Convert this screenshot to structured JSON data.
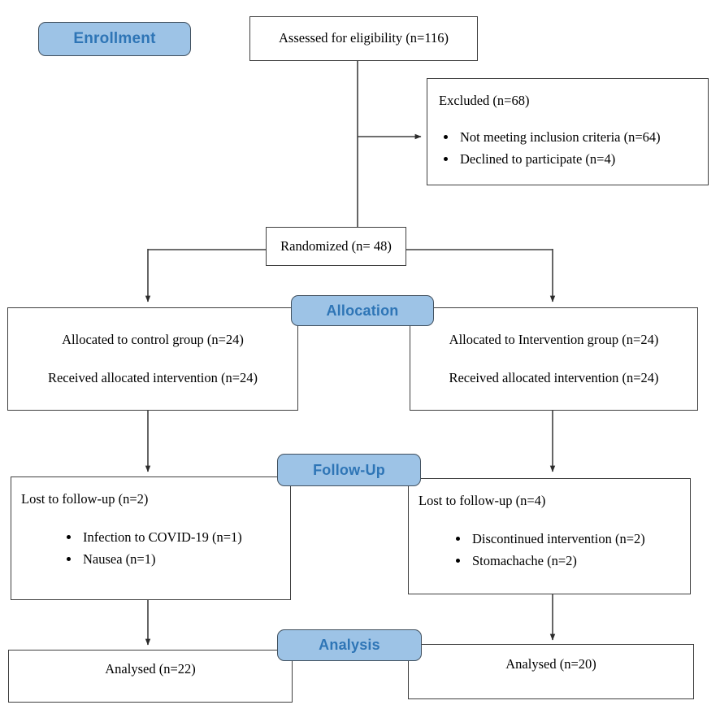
{
  "diagram": {
    "title": "CONSORT participant flow diagram",
    "type": "flowchart",
    "colors": {
      "badge_fill": "#9DC3E6",
      "badge_text": "#2E75B6",
      "badge_border": "#41505E",
      "box_border": "#3F3F3F",
      "line": "#3F3F3F",
      "background": "#FFFFFF"
    }
  },
  "stages": {
    "enrollment": "Enrollment",
    "allocation": "Allocation",
    "followup": "Follow-Up",
    "analysis": "Analysis"
  },
  "nodes": {
    "assessed": {
      "label": "Assessed for eligibility (n=116)",
      "n": 116
    },
    "excluded": {
      "heading": "Excluded (n=68)",
      "n": 68,
      "reasons": [
        "Not meeting inclusion criteria (n=64)",
        "Declined to participate (n=4)"
      ],
      "reason_counts": [
        64,
        4
      ]
    },
    "randomized": {
      "label": "Randomized (n= 48)",
      "n": 48
    },
    "allocated_control": {
      "line1": "Allocated to control group (n=24)",
      "line2": "Received allocated intervention (n=24)",
      "n": 24
    },
    "allocated_intervention": {
      "line1": "Allocated to Intervention group (n=24)",
      "line2": "Received allocated intervention (n=24)",
      "n": 24
    },
    "lost_control": {
      "heading": "Lost to follow-up (n=2)",
      "n": 2,
      "reasons": [
        "Infection to COVID-19 (n=1)",
        "Nausea (n=1)"
      ],
      "reason_counts": [
        1,
        1
      ]
    },
    "lost_intervention": {
      "heading": "Lost to follow-up (n=4)",
      "n": 4,
      "reasons": [
        "Discontinued intervention (n=2)",
        "Stomachache (n=2)"
      ],
      "reason_counts": [
        2,
        2
      ]
    },
    "analysed_control": {
      "label": "Analysed (n=22)",
      "n": 22
    },
    "analysed_intervention": {
      "label": "Analysed (n=20)",
      "n": 20
    }
  }
}
